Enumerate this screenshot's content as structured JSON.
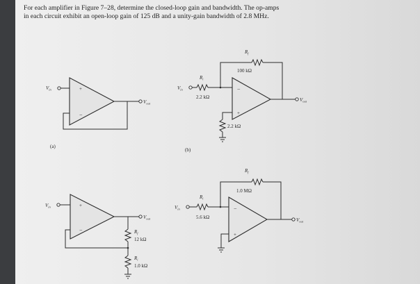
{
  "problem": {
    "line1": "For each amplifier in Figure 7–28, determine the closed-loop gain and bandwidth. The op-amps",
    "line2": "in each circuit exhibit an open-loop gain of 125 dB and a unity-gain bandwidth of 2.8 MHz."
  },
  "circuits": {
    "a": {
      "label": "(a)",
      "vin": "V",
      "vin_sub": "in",
      "vout": "V",
      "vout_sub": "out",
      "plus": "+",
      "minus": "−"
    },
    "b": {
      "label": "(b)",
      "vin": "V",
      "vin_sub": "in",
      "vout": "V",
      "vout_sub": "out",
      "plus": "+",
      "minus": "−",
      "rf_name": "R",
      "rf_sub": "f",
      "rf_value": "100 kΩ",
      "ri_name": "R",
      "ri_sub": "i",
      "ri_value": "2.2 kΩ",
      "rg_value": "2.2 kΩ"
    },
    "c": {
      "vin": "V",
      "vin_sub": "in",
      "vout": "V",
      "vout_sub": "out",
      "plus": "+",
      "minus": "−",
      "rf_name": "R",
      "rf_sub": "f",
      "rf_value": "12 kΩ",
      "ri_name": "R",
      "ri_sub": "i",
      "ri_value": "1.0 kΩ"
    },
    "d": {
      "vin": "V",
      "vin_sub": "in",
      "vout": "V",
      "vout_sub": "out",
      "plus": "+",
      "minus": "−",
      "rf_name": "R",
      "rf_sub": "f",
      "rf_value": "1.0 MΩ",
      "ri_name": "R",
      "ri_sub": "i",
      "ri_value": "5.6 kΩ"
    }
  }
}
